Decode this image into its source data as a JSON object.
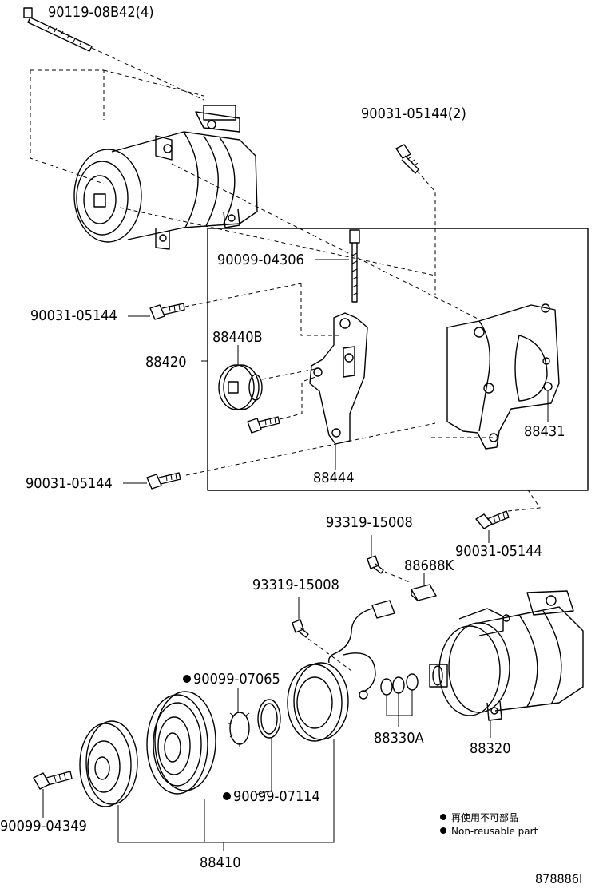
{
  "diagram": {
    "part_numbers": {
      "p_90119_08B42": "90119-08B42(4)",
      "p_90031_05144_2": "90031-05144(2)",
      "p_90099_04306": "90099-04306",
      "p_90031_05144_a": "90031-05144",
      "p_88440B": "88440B",
      "p_88420": "88420",
      "p_88431": "88431",
      "p_90031_05144_b": "90031-05144",
      "p_88444": "88444",
      "p_93319_15008_a": "93319-15008",
      "p_90031_05144_c": "90031-05144",
      "p_88688K": "88688K",
      "p_93319_15008_b": "93319-15008",
      "p_90099_07065": "90099-07065",
      "p_88330A": "88330A",
      "p_88320": "88320",
      "p_90099_04349": "90099-04349",
      "p_90099_07114": "90099-07114",
      "p_88410": "88410"
    },
    "legend": {
      "line_jp": "再使用不可部品",
      "line_en": "Non-reusable part"
    },
    "illustration_id": "878886I"
  }
}
